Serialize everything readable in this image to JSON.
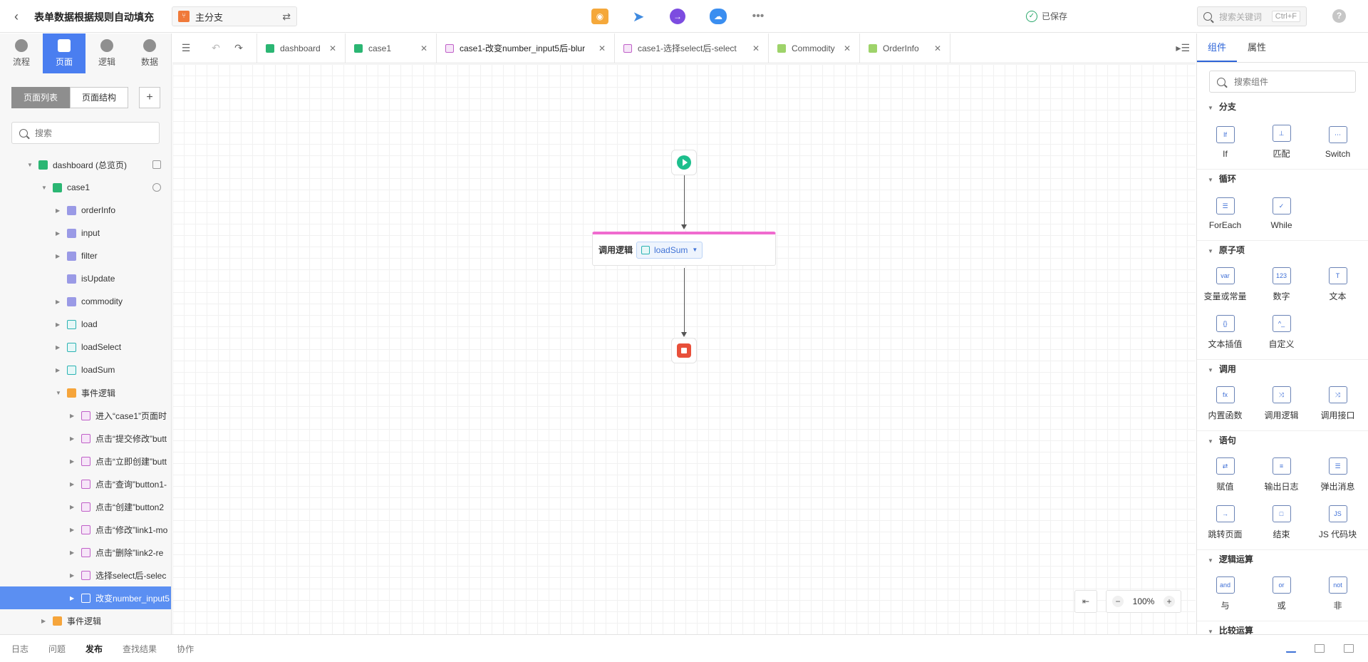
{
  "header": {
    "title": "表单数据根据规则自动填充",
    "branch_label": "主分支",
    "save_status": "已保存",
    "search_placeholder": "搜索关键词",
    "search_shortcut": "Ctrl+F",
    "help": "?"
  },
  "left_nav": {
    "tabs": [
      {
        "label": "流程"
      },
      {
        "label": "页面"
      },
      {
        "label": "逻辑"
      },
      {
        "label": "数据"
      }
    ],
    "segment": {
      "list": "页面列表",
      "structure": "页面结构"
    },
    "add": "+",
    "search_placeholder": "搜索",
    "tree": [
      {
        "label": "dashboard (总览页)",
        "kind": "page"
      },
      {
        "label": "case1",
        "kind": "page"
      },
      {
        "label": "orderInfo",
        "kind": "var"
      },
      {
        "label": "input",
        "kind": "var"
      },
      {
        "label": "filter",
        "kind": "var"
      },
      {
        "label": "isUpdate",
        "kind": "var"
      },
      {
        "label": "commodity",
        "kind": "var"
      },
      {
        "label": "load",
        "kind": "logic"
      },
      {
        "label": "loadSelect",
        "kind": "logic"
      },
      {
        "label": "loadSum",
        "kind": "logic"
      },
      {
        "label": "事件逻辑",
        "kind": "folder"
      },
      {
        "label": "进入“case1”页面时",
        "kind": "event"
      },
      {
        "label": "点击“提交修改”butt",
        "kind": "event"
      },
      {
        "label": "点击“立即创建”butt",
        "kind": "event"
      },
      {
        "label": "点击“查询”button1-",
        "kind": "event"
      },
      {
        "label": "点击“创建”button2",
        "kind": "event"
      },
      {
        "label": "点击“修改”link1-mo",
        "kind": "event"
      },
      {
        "label": "点击“删除”link2-re",
        "kind": "event"
      },
      {
        "label": "选择select后-selec",
        "kind": "event"
      },
      {
        "label": "改变number_input5",
        "kind": "event"
      },
      {
        "label": "事件逻辑",
        "kind": "folder"
      }
    ]
  },
  "editor_tabs": [
    {
      "label": "dashboard"
    },
    {
      "label": "case1"
    },
    {
      "label": "case1-改变number_input5后-blur"
    },
    {
      "label": "case1-选择select后-select"
    },
    {
      "label": "Commodity"
    },
    {
      "label": "OrderInfo"
    }
  ],
  "canvas": {
    "call_node_label": "调用逻辑",
    "call_target": "loadSum",
    "zoom": "100%",
    "zoom_out": "−",
    "zoom_in": "+"
  },
  "right_panel": {
    "tabs": [
      "组件",
      "属性"
    ],
    "search_placeholder": "搜索组件",
    "groups": [
      {
        "title": "分支",
        "items": [
          {
            "label": "If",
            "glyph": "If"
          },
          {
            "label": "匹配",
            "glyph": "⊥"
          },
          {
            "label": "Switch",
            "glyph": "⋯"
          }
        ]
      },
      {
        "title": "循环",
        "items": [
          {
            "label": "ForEach",
            "glyph": "☰"
          },
          {
            "label": "While",
            "glyph": "✓"
          }
        ]
      },
      {
        "title": "原子项",
        "items": [
          {
            "label": "变量或常量",
            "glyph": "var"
          },
          {
            "label": "数字",
            "glyph": "123"
          },
          {
            "label": "文本",
            "glyph": "T"
          },
          {
            "label": "文本插值",
            "glyph": "{}"
          },
          {
            "label": "自定义",
            "glyph": "^_"
          }
        ]
      },
      {
        "title": "调用",
        "items": [
          {
            "label": "内置函数",
            "glyph": "fx"
          },
          {
            "label": "调用逻辑",
            "glyph": "⤨"
          },
          {
            "label": "调用接口",
            "glyph": "⤨"
          }
        ]
      },
      {
        "title": "语句",
        "items": [
          {
            "label": "赋值",
            "glyph": "⇄"
          },
          {
            "label": "输出日志",
            "glyph": "≡"
          },
          {
            "label": "弹出消息",
            "glyph": "☰"
          },
          {
            "label": "跳转页面",
            "glyph": "→"
          },
          {
            "label": "结束",
            "glyph": "□"
          },
          {
            "label": "JS 代码块",
            "glyph": "JS"
          }
        ]
      },
      {
        "title": "逻辑运算",
        "items": [
          {
            "label": "与",
            "glyph": "and"
          },
          {
            "label": "或",
            "glyph": "or"
          },
          {
            "label": "非",
            "glyph": "not"
          }
        ]
      },
      {
        "title": "比较运算",
        "items": [
          {
            "label": "",
            "glyph": "="
          },
          {
            "label": "",
            "glyph": "≠"
          },
          {
            "label": "",
            "glyph": ">"
          }
        ]
      }
    ]
  },
  "bottom_tabs": [
    {
      "label": "日志"
    },
    {
      "label": "问题"
    },
    {
      "label": "发布"
    },
    {
      "label": "查找结果"
    },
    {
      "label": "协作"
    }
  ],
  "colors": {
    "accent": "#4a7ef0",
    "start": "#1dbf8d",
    "end": "#e8503a",
    "call_node_bar": "#f06bcf"
  }
}
